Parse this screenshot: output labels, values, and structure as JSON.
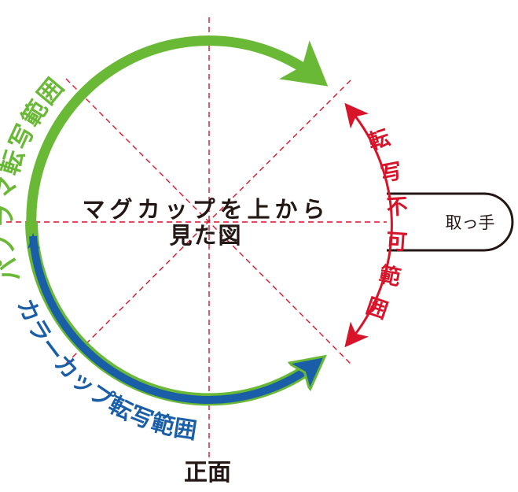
{
  "colors": {
    "panorama": "#6ab936",
    "color_cup": "#1a5ea8",
    "no_transfer": "#d7142a",
    "guide": "#d7142a",
    "text": "#231815"
  },
  "labels": {
    "panorama_range": "パノラマ転写範囲",
    "color_cup_range": "カラーカップ転写範囲",
    "no_transfer_chars": [
      "転",
      "写",
      "不",
      "可",
      "範",
      "囲"
    ],
    "center_line1": "マグカップを上から",
    "center_line2": "見た図",
    "handle": "取っ手",
    "front": "正面"
  }
}
